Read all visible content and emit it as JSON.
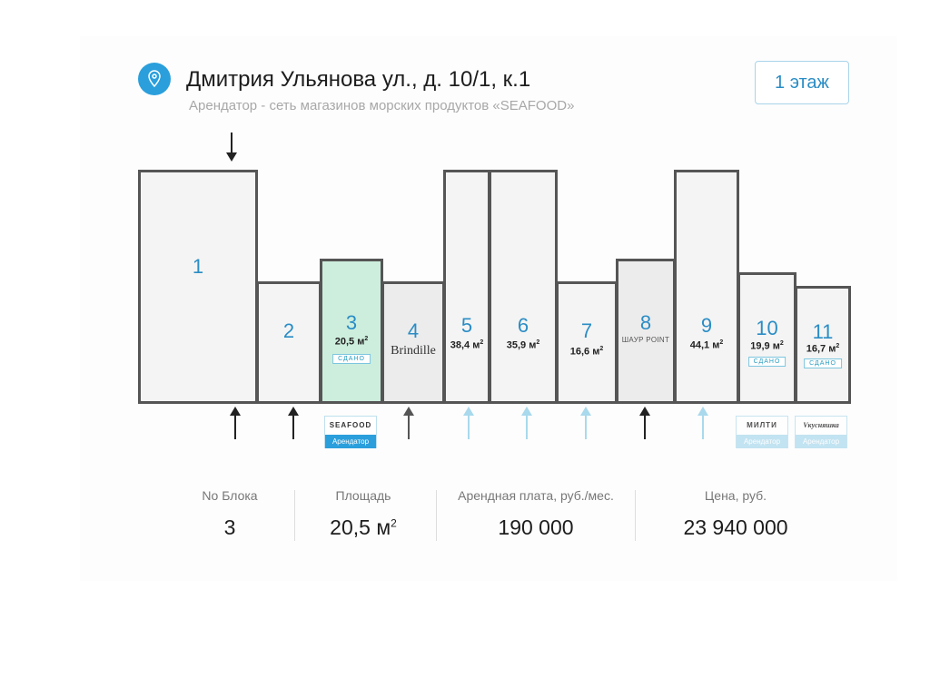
{
  "header": {
    "title": "Дмитрия Ульянова ул., д. 10/1, к.1",
    "subtitle": "Арендатор - сеть магазинов морских продуктов «SEAFOOD»",
    "floor_button": "1 этаж",
    "icon": "map-pin-icon"
  },
  "units": [
    {
      "num": "1",
      "area": "",
      "tenant": "",
      "status": ""
    },
    {
      "num": "2",
      "area": "",
      "tenant": "",
      "status": ""
    },
    {
      "num": "3",
      "area": "20,5 м",
      "tenant": "",
      "status": "СДАНО"
    },
    {
      "num": "4",
      "area": "",
      "tenant": "Brindille",
      "status": ""
    },
    {
      "num": "5",
      "area": "38,4 м",
      "tenant": "",
      "status": ""
    },
    {
      "num": "6",
      "area": "35,9 м",
      "tenant": "",
      "status": ""
    },
    {
      "num": "7",
      "area": "16,6 м",
      "tenant": "",
      "status": ""
    },
    {
      "num": "8",
      "area": "",
      "tenant": "ШАУР POINT",
      "status": ""
    },
    {
      "num": "9",
      "area": "44,1 м",
      "tenant": "",
      "status": ""
    },
    {
      "num": "10",
      "area": "19,9 м",
      "tenant": "",
      "status": "СДАНО"
    },
    {
      "num": "11",
      "area": "16,7 м",
      "tenant": "",
      "status": "СДАНО"
    }
  ],
  "sup": "2",
  "badges": [
    {
      "logo": "SEAFOOD",
      "label": "Арендатор"
    },
    {
      "logo": "МИЛТИ",
      "label": "Арендатор"
    },
    {
      "logo": "Vкусняшка",
      "label": "Арендатор"
    }
  ],
  "stats": {
    "block": {
      "label": "No Блока",
      "value": "3"
    },
    "area": {
      "label": "Площадь",
      "value": "20,5 м",
      "sup": "2"
    },
    "rent": {
      "label": "Арендная плата, руб./мес.",
      "value": "190 000"
    },
    "price": {
      "label": "Цена, руб.",
      "value": "23 940 000"
    }
  }
}
